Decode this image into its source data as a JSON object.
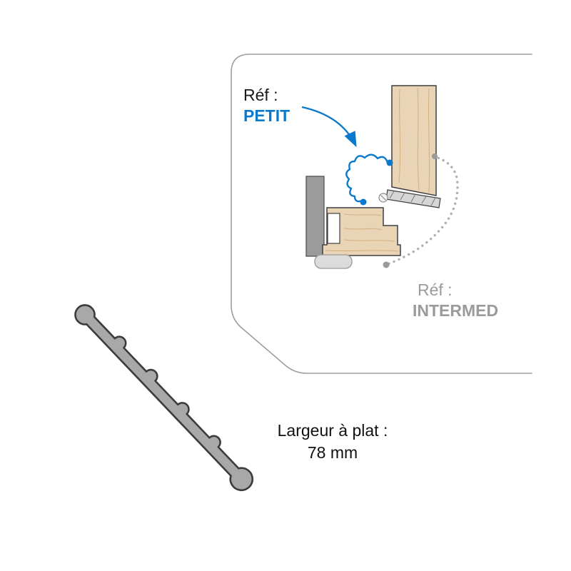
{
  "figure": {
    "labels": {
      "ref_petit": {
        "prefix": "Réf :",
        "name": "PETIT"
      },
      "ref_intermed": {
        "prefix": "Réf :",
        "name": "INTERMED"
      },
      "caption": {
        "line1": "Largeur à plat :",
        "line2": "78 mm"
      }
    },
    "colors": {
      "accent_blue": "#0a79cc",
      "label_gray": "#9b9b9b",
      "wood_fill": "#e9d4b6",
      "outline_dark": "#3f3f3f",
      "panel_line_gray": "#9e9e9e",
      "seal_fill_gray": "#a8a8a8"
    },
    "dimensions": {
      "flat_width_mm": "78 mm"
    }
  }
}
